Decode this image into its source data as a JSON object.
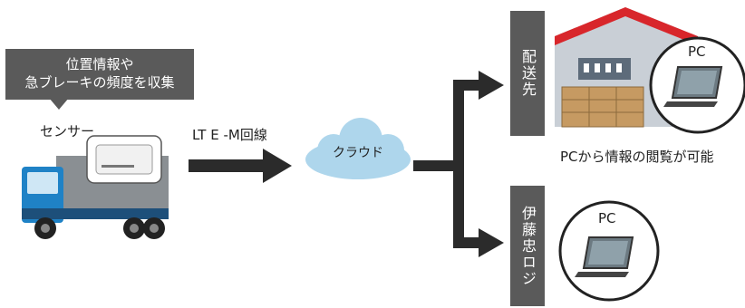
{
  "callout": {
    "line1": "位置情報や",
    "line2": "急ブレーキの頻度を収集"
  },
  "sensor_label": "センサー",
  "lte_label": "LT E -M回線",
  "cloud_label": "クラウド",
  "destinations": [
    {
      "label": "配送先"
    },
    {
      "label": "伊藤忠ロジ"
    }
  ],
  "pc_label_top": "PC",
  "pc_label_bottom": "PC",
  "pc_caption": "PCから情報の閲覧が可能",
  "colors": {
    "panel": "#5a5a5a",
    "arrow": "#2b2b2b",
    "cloud": "#aed6ec",
    "truck_blue": "#1f82c6",
    "roof_red": "#d8262b"
  }
}
